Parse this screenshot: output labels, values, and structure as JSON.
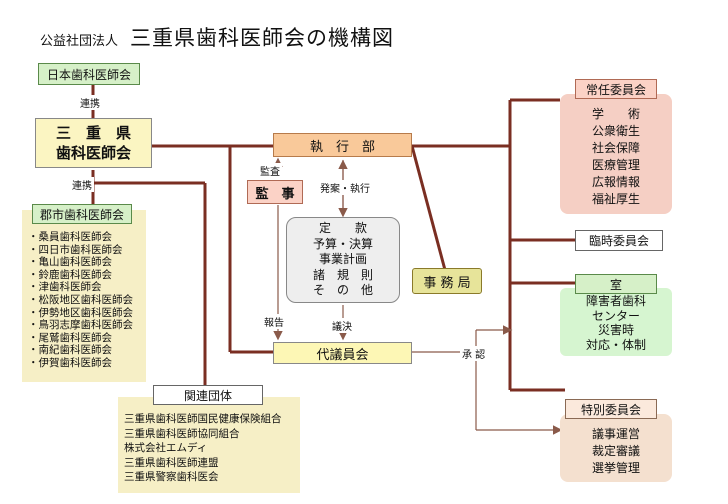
{
  "title": {
    "org_type": "公益社団法人",
    "main": "三重県歯科医師会の機構図"
  },
  "nodes": {
    "japan": "日本歯科医師会",
    "mie_line1": "三　重　県",
    "mie_line2": "歯科医師会",
    "exec": "執　行　部",
    "audit": "監　事",
    "delegates": "代議員会",
    "office": "事 務 局",
    "gunshi": "郡市歯科医師会",
    "kanren": "関連団体",
    "josan": "常任委員会",
    "rinji": "臨時委員会",
    "shitsu": "室",
    "tokubetsu": "特別委員会",
    "agenda": "定　　款\n予算・決算\n事業計画\n諸　規　則\nそ　の　他"
  },
  "lists": {
    "gunshi_members": "・桑員歯科医師会\n・四日市歯科医師会\n・亀山歯科医師会\n・鈴鹿歯科医師会\n・津歯科医師会\n・松阪地区歯科医師会\n・伊勢地区歯科医師会\n・鳥羽志摩歯科医師会\n・尾鷲歯科医師会\n・南紀歯科医師会\n・伊賀歯科医師会",
    "kanren_members": "三重県歯科医師国民健康保険組合\n三重県歯科医師協同組合\n株式会社エムディ\n三重県歯科医師連盟\n三重県警察歯科医会",
    "josan_members": "学　　術\n公衆衛生\n社会保障\n医療管理\n広報情報\n福祉厚生",
    "shitsu_members": "障害者歯科\nセンター\n災害時\n対応・体制",
    "tokubetsu_members": "議事運営\n裁定審議\n選挙管理"
  },
  "labels": {
    "renkei1": "連携",
    "renkei2": "連携",
    "kansa": "監査",
    "hatsuan": "発案・執行",
    "houkoku": "報告",
    "giketsu": "議決",
    "shounin": "承 認"
  },
  "colors": {
    "line": "#7a2e22",
    "arrow": "#8a5a4a"
  }
}
